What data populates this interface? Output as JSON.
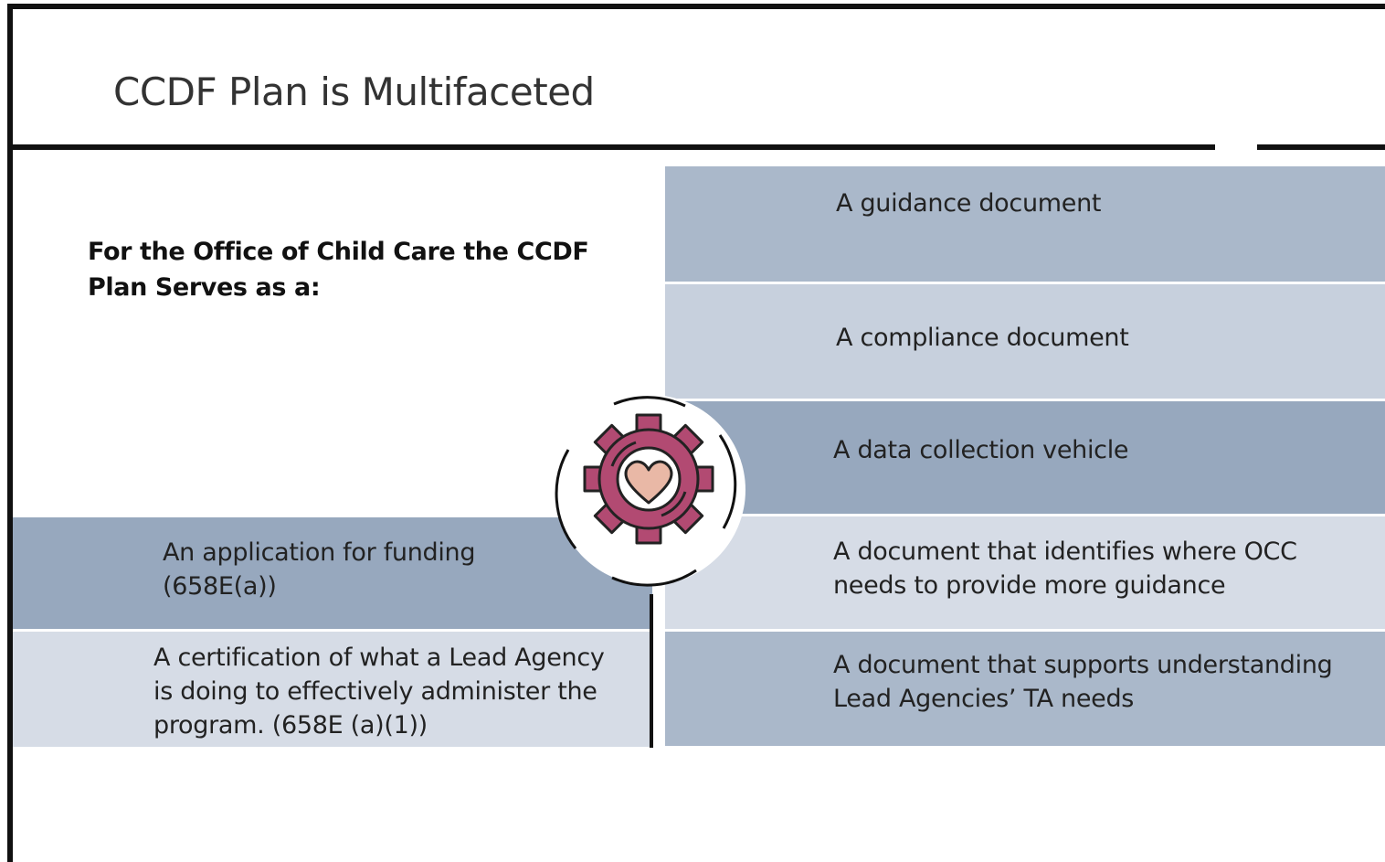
{
  "slide": {
    "title": "CCDF Plan is Multifaceted",
    "lead": "For the Office of Child Care the CCDF Plan Serves as a:"
  },
  "left_items": [
    "An application for funding (658E(a))",
    "A certification of what a Lead Agency is doing to effectively administer the program. (658E (a)(1))"
  ],
  "right_items": [
    "A guidance document",
    "A compliance document",
    "A data collection vehicle",
    "A document that identifies where OCC needs to provide more guidance",
    "A document that supports understanding Lead Agencies’ TA needs"
  ],
  "emblem": {
    "icon": "gear-heart-icon",
    "gear_color": "#b24a72",
    "heart_color": "#e9b8a6"
  }
}
